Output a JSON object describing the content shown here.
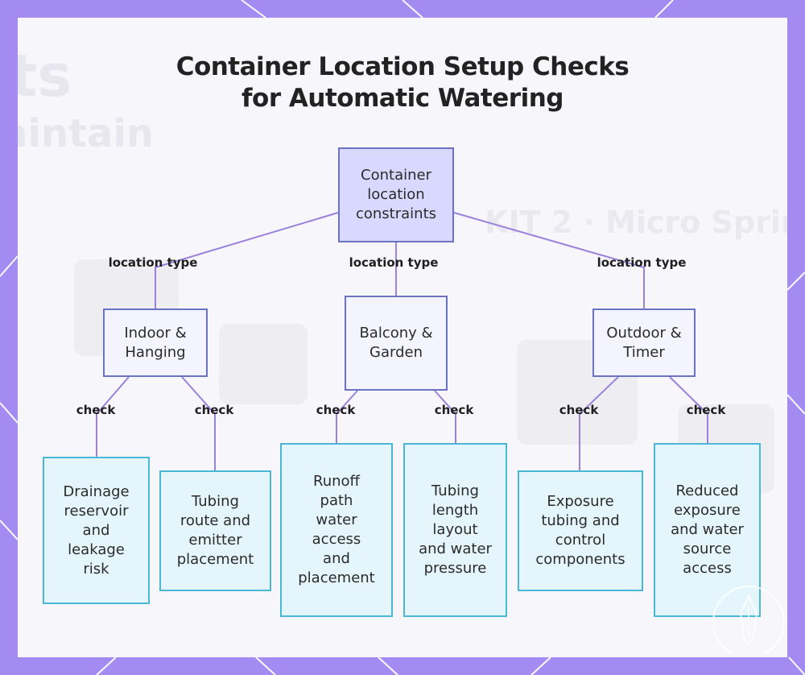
{
  "diagram": {
    "title": "Container Location Setup Checks for Automatic Watering",
    "root": {
      "label": "Container\nlocation\nconstraints"
    },
    "branches": [
      {
        "edge_label": "location type",
        "label": "Indoor &\nHanging",
        "children": [
          {
            "edge_label": "check",
            "label": "Drainage\nreservoir\nand\nleakage\nrisk"
          },
          {
            "edge_label": "check",
            "label": "Tubing\nroute and\nemitter\nplacement"
          }
        ]
      },
      {
        "edge_label": "location type",
        "label": "Balcony &\nGarden",
        "children": [
          {
            "edge_label": "check",
            "label": "Runoff\npath\nwater\naccess\nand\nplacement"
          },
          {
            "edge_label": "check",
            "label": "Tubing\nlength\nlayout\nand water\npressure"
          }
        ]
      },
      {
        "edge_label": "location type",
        "label": "Outdoor &\nTimer",
        "children": [
          {
            "edge_label": "check",
            "label": "Exposure\ntubing and\ncontrol\ncomponents"
          },
          {
            "edge_label": "check",
            "label": "Reduced\nexposure\nand water\nsource\naccess"
          }
        ]
      }
    ],
    "colors": {
      "frame": "#a48bf2",
      "panel": "#f7f6fb",
      "edge": "#9a82dc",
      "root_fill": "#d9d9ff",
      "mid_fill": "#f4f4ff",
      "node_border": "#6b72c2",
      "leaf_fill": "#e4f6fb",
      "leaf_border": "#49b8d6"
    }
  }
}
